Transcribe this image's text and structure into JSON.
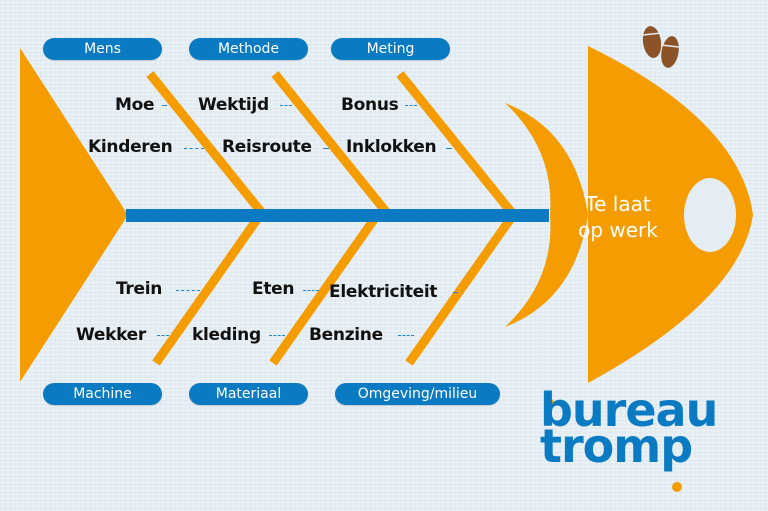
{
  "colors": {
    "orange": "#f59d00",
    "blue": "#0a7bc2",
    "background": "#e3edf3",
    "shoe": "#8b5327",
    "text": "#111111"
  },
  "effect": {
    "line1": "Te laat",
    "line2": "op werk"
  },
  "categories": {
    "top": [
      {
        "label": "Mens"
      },
      {
        "label": "Methode"
      },
      {
        "label": "Meting"
      }
    ],
    "bottom": [
      {
        "label": "Machine"
      },
      {
        "label": "Materiaal"
      },
      {
        "label": "Omgeving/milieu"
      }
    ]
  },
  "causes": {
    "mens": [
      "Moe",
      "Kinderen"
    ],
    "methode": [
      "Wektijd",
      "Reisroute"
    ],
    "meting": [
      "Bonus",
      "Inklokken"
    ],
    "machine": [
      "Trein",
      "Wekker"
    ],
    "materiaal": [
      "Eten",
      "kleding"
    ],
    "omgeving": [
      "Elektriciteit",
      "Benzine"
    ]
  },
  "logo": {
    "line1": "bureau",
    "line2": "tromp"
  },
  "icons": {
    "footprints": "footprints-icon"
  }
}
